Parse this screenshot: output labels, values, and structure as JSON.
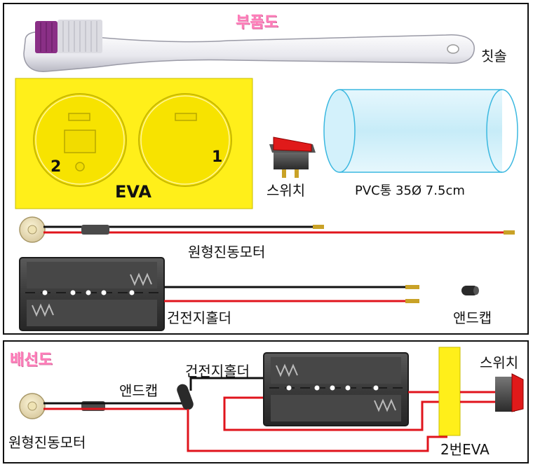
{
  "parts": {
    "title": "부품도",
    "toothbrush": "칫솔",
    "eva_label": "EVA",
    "eva_num_left": "2",
    "eva_num_right": "1",
    "switch": "스위치",
    "pvc": "PVC통 35Ø 7.5cm",
    "motor": "원형진동모터",
    "battery_holder": "건전지홀더",
    "end_cap": "앤드캡"
  },
  "wiring": {
    "title": "배선도",
    "motor": "원형진동모터",
    "end_cap": "앤드캡",
    "battery_holder": "건전지홀더",
    "switch": "스위치",
    "eva2": "2번EVA"
  },
  "colors": {
    "eva_yellow": "#ffef1a",
    "wire_red": "#e0141c",
    "wire_black": "#111111",
    "title_pink": "#ff7ab8",
    "pvc_blue": "#bfe9f7"
  }
}
